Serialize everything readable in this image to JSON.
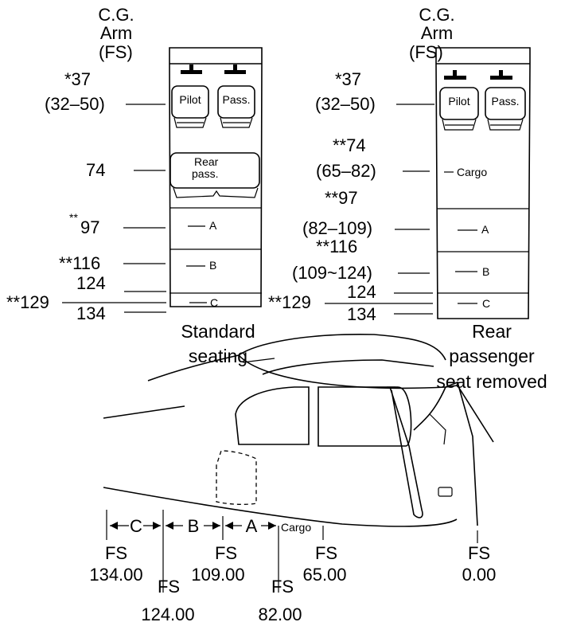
{
  "left_panel": {
    "header_line1": "C.G.",
    "header_line2": "Arm",
    "header_line3": "(FS)",
    "row_seat_value": "*37",
    "row_seat_range": "(32–50)",
    "seat_pilot": "Pilot",
    "seat_pass": "Pass.",
    "row_rear_value": "74",
    "rear_pass_line1": "Rear",
    "rear_pass_line2": "pass.",
    "row_a_stars": "**",
    "row_a_value": "97",
    "zone_a": "A",
    "row_b_value": "**116",
    "zone_b": "B",
    "row_124": "124",
    "row_129": "**129",
    "zone_c": "C",
    "row_134": "134",
    "caption_line1": "Standard",
    "caption_line2": "seating"
  },
  "right_panel": {
    "header_line1": "C.G.",
    "header_line2": "Arm",
    "header_line3": "(FS)",
    "row_seat_value": "*37",
    "row_seat_range": "(32–50)",
    "seat_pilot": "Pilot",
    "seat_pass": "Pass.",
    "row_cargo_value": "**74",
    "row_cargo_range": "(65–82)",
    "zone_cargo": "Cargo",
    "row_a_value": "**97",
    "row_a_range": "(82–109)",
    "zone_a": "A",
    "row_b_value": "**116",
    "row_b_range": "(109~124)",
    "zone_b": "B",
    "row_124": "124",
    "row_129": "**129",
    "zone_c": "C",
    "row_134": "134",
    "caption_line1": "Rear",
    "caption_line2": "passenger",
    "caption_line3": "seat removed"
  },
  "fuselage": {
    "zone_c": "C",
    "zone_b": "B",
    "zone_a": "A",
    "zone_cargo": "Cargo",
    "fs_label": "FS",
    "fs_134": "134.00",
    "fs_124": "124.00",
    "fs_109": "109.00",
    "fs_82": "82.00",
    "fs_65": "65.00",
    "fs_0": "0.00"
  }
}
